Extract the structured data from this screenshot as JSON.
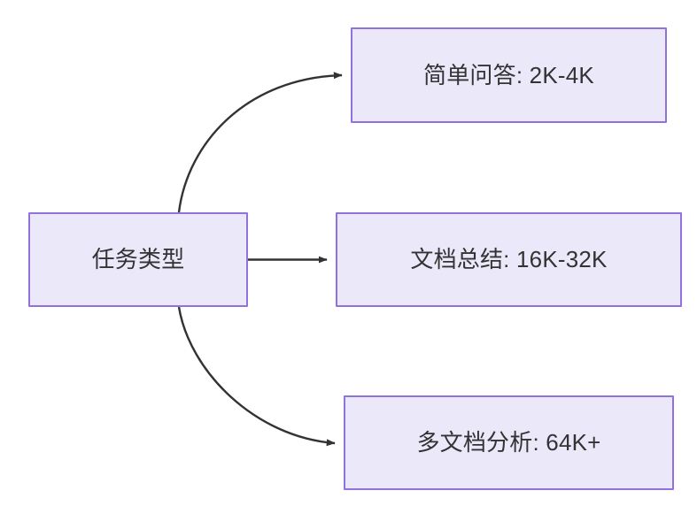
{
  "diagram": {
    "type": "flowchart",
    "direction": "left-to-right",
    "background_color": "#ffffff",
    "node_fill_color": "#ebe8fa",
    "node_border_color": "#9171dd",
    "node_text_color": "#333333",
    "edge_color": "#333333",
    "root": {
      "id": "task-type",
      "label": "任务类型"
    },
    "branches": [
      {
        "id": "simple-qa",
        "label": "简单问答: 2K-4K",
        "edge_style": "curved",
        "arrowhead": "filled-triangle"
      },
      {
        "id": "doc-summary",
        "label": "文档总结: 16K-32K",
        "edge_style": "straight",
        "arrowhead": "filled-triangle"
      },
      {
        "id": "multidoc-analysis",
        "label": "多文档分析: 64K+",
        "edge_style": "curved",
        "arrowhead": "filled-triangle"
      }
    ]
  }
}
